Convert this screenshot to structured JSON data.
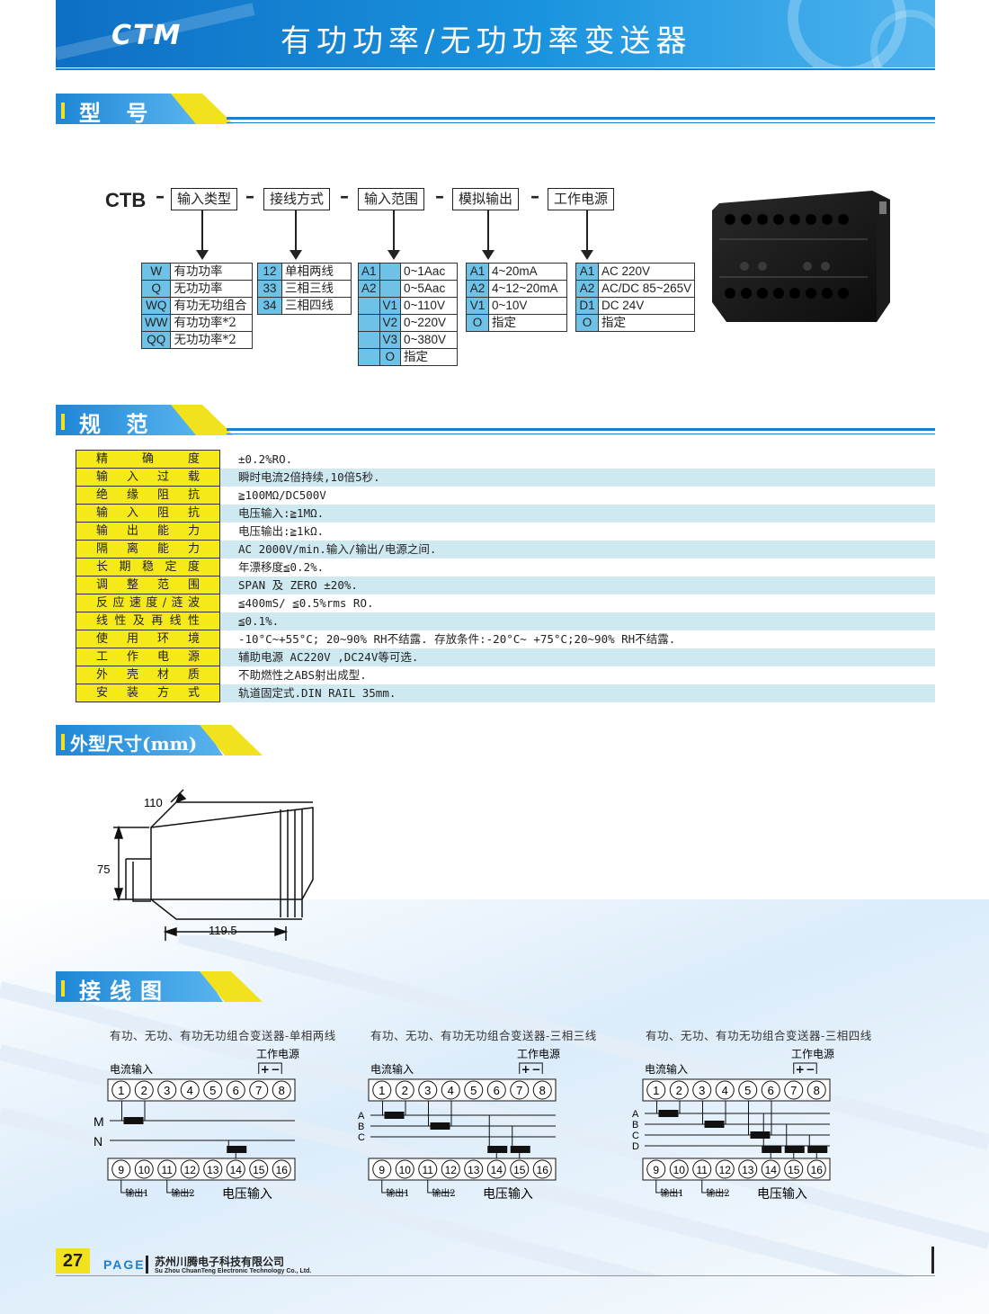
{
  "header": {
    "logo": "CTM",
    "title": "有功功率/无功功率变送器"
  },
  "sections": {
    "model": "型 号",
    "spec": "规 范",
    "dimensions": "外型尺寸(mm)",
    "wiring": "接线图"
  },
  "model_code": {
    "prefix": "CTB",
    "fields": [
      "输入类型",
      "接线方式",
      "输入范围",
      "模拟输出",
      "工作电源"
    ],
    "input_type": [
      {
        "code": "W",
        "desc": "有功功率"
      },
      {
        "code": "Q",
        "desc": "无功功率"
      },
      {
        "code": "WQ",
        "desc": "有功无功组合"
      },
      {
        "code": "WW",
        "desc": "有功功率*2"
      },
      {
        "code": "QQ",
        "desc": "无功功率*2"
      }
    ],
    "wiring_mode": [
      {
        "code": "12",
        "desc": "单相两线"
      },
      {
        "code": "33",
        "desc": "三相三线"
      },
      {
        "code": "34",
        "desc": "三相四线"
      }
    ],
    "input_range_current": [
      {
        "code": "A1",
        "desc": "0~1Aac"
      },
      {
        "code": "A2",
        "desc": "0~5Aac"
      }
    ],
    "input_range_voltage": [
      {
        "code": "V1",
        "desc": "0~110V"
      },
      {
        "code": "V2",
        "desc": "0~220V"
      },
      {
        "code": "V3",
        "desc": "0~380V"
      },
      {
        "code": "O",
        "desc": "指定"
      }
    ],
    "analog_output": [
      {
        "code": "A1",
        "desc": "4~20mA"
      },
      {
        "code": "A2",
        "desc": "4~12~20mA"
      },
      {
        "code": "V1",
        "desc": "0~10V"
      },
      {
        "code": "O",
        "desc": "指定"
      }
    ],
    "power_supply": [
      {
        "code": "A1",
        "desc": "AC 220V"
      },
      {
        "code": "A2",
        "desc": "AC/DC 85~265V"
      },
      {
        "code": "D1",
        "desc": "DC 24V"
      },
      {
        "code": "O",
        "desc": "指定"
      }
    ]
  },
  "specs": [
    {
      "key": "精确度",
      "value": "±0.2%RO."
    },
    {
      "key": "输入过载",
      "value": "瞬时电流2倍持续,10倍5秒."
    },
    {
      "key": "绝缘阻抗",
      "value": "≧100MΩ/DC500V"
    },
    {
      "key": "输入阻抗",
      "value": "电压输入:≧1MΩ."
    },
    {
      "key": "输出能力",
      "value": "电压输出:≧1kΩ."
    },
    {
      "key": "隔离能力",
      "value": "AC 2000V/min.输入/输出/电源之间."
    },
    {
      "key": "长期稳定度",
      "value": "年漂移度≦0.2%."
    },
    {
      "key": "调整范围",
      "value": "SPAN 及 ZERO ±20%."
    },
    {
      "key": "反应速度/涟波",
      "value": "≦400mS/ ≦0.5%rms RO."
    },
    {
      "key": "线性及再线性",
      "value": "≦0.1%."
    },
    {
      "key": "使用环境",
      "value": "-10°C~+55°C; 20~90% RH不结露. 存放条件:-20°C~ +75°C;20~90% RH不结露."
    },
    {
      "key": "工作电源",
      "value": "辅助电源 AC220V ,DC24V等可选."
    },
    {
      "key": "外壳材质",
      "value": "不助燃性之ABS射出成型."
    },
    {
      "key": "安装方式",
      "value": "轨道固定式.DIN RAIL 35mm."
    }
  ],
  "dimensions": {
    "depth": "110",
    "height": "75",
    "width": "119.5"
  },
  "wiring": {
    "diagrams": [
      {
        "caption": "有功、无功、有功无功组合变送器-单相两线",
        "lines": [
          "M",
          "N"
        ]
      },
      {
        "caption": "有功、无功、有功无功组合变送器-三相三线",
        "lines": [
          "A",
          "B",
          "C"
        ]
      },
      {
        "caption": "有功、无功、有功无功组合变送器-三相四线",
        "lines": [
          "A",
          "B",
          "C",
          "D"
        ]
      }
    ],
    "current_input": "电流输入",
    "power": "工作电源",
    "plus": "+",
    "minus": "−",
    "out1": "输出1",
    "out2": "输出2",
    "voltage_input": "电压输入",
    "top_terminals": [
      "1",
      "2",
      "3",
      "4",
      "5",
      "6",
      "7",
      "8"
    ],
    "bottom_terminals": [
      "9",
      "10",
      "11",
      "12",
      "13",
      "14",
      "15",
      "16"
    ]
  },
  "footer": {
    "page": "27",
    "page_label": "PAGE",
    "company": "苏州川腾电子科技有限公司",
    "company_en": "Su Zhou ChuanTeng Electronic Technology Co., Ltd."
  },
  "colors": {
    "blue": "#1a7fd0",
    "yellow": "#f6e91a",
    "cyan": "#6ec2e8",
    "row": "#cfe9f0"
  }
}
